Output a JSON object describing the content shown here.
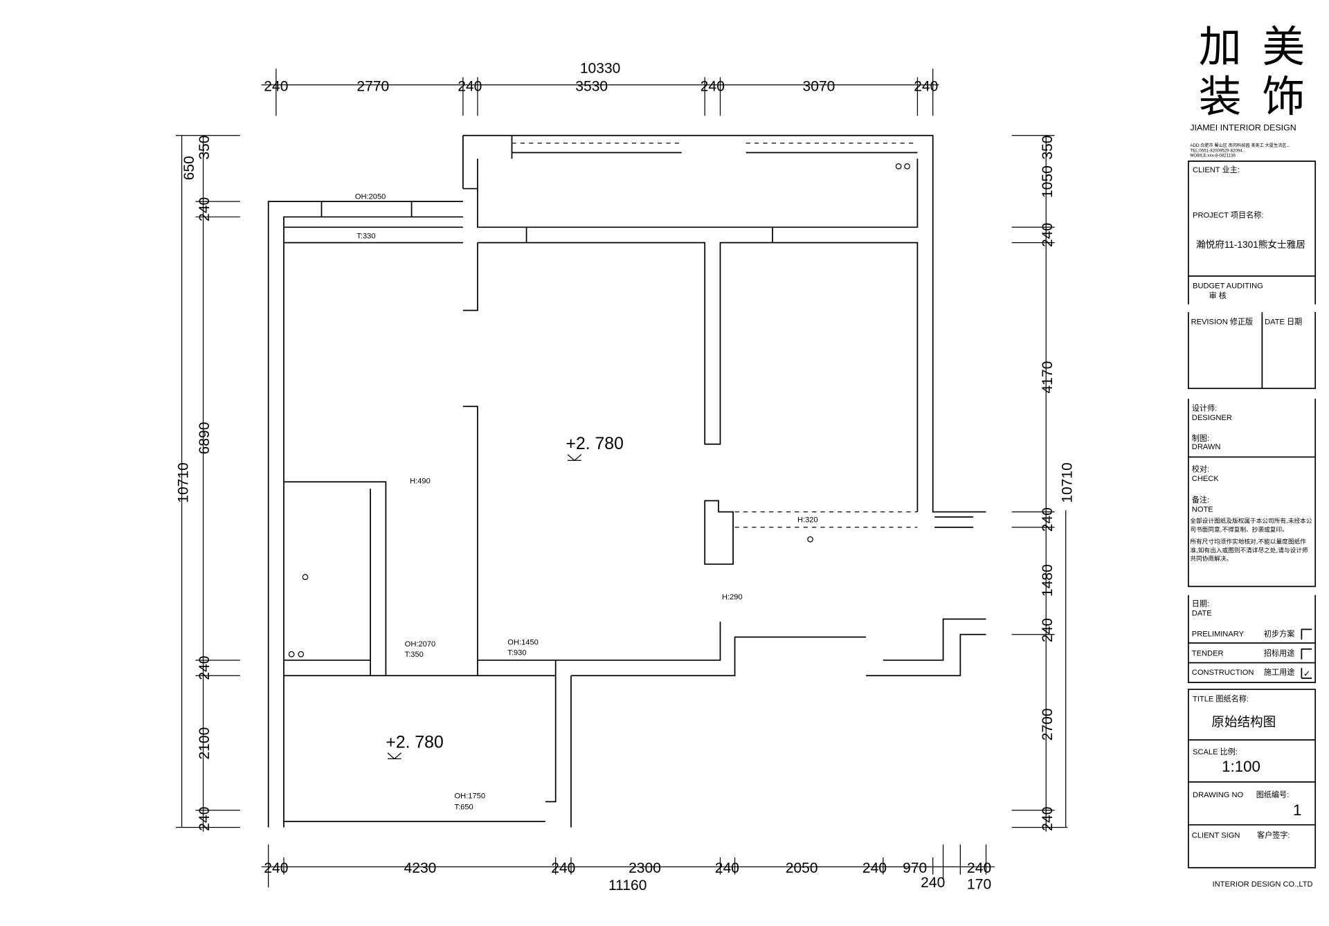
{
  "plan": {
    "dims_top_total": "10330",
    "dims_top": [
      "240",
      "2770",
      "240",
      "3530",
      "240",
      "3070",
      "240"
    ],
    "dims_bottom_total": "11160",
    "dims_bottom": [
      "240",
      "4230",
      "240",
      "2300",
      "240",
      "2050",
      "240",
      "970",
      "240",
      "240",
      "170"
    ],
    "dims_left_total": "10710",
    "dims_left_outer": "650",
    "dims_left": [
      "350",
      "240",
      "6890",
      "240",
      "2100",
      "240"
    ],
    "dims_right_total": "10710",
    "dims_right": [
      "350",
      "1050",
      "240",
      "4170",
      "240",
      "1480",
      "240",
      "2700",
      "240"
    ],
    "elevation_1": "+2. 780",
    "elevation_2": "+2. 780",
    "labels": {
      "oh2050": "OH:2050",
      "t330": "T:330",
      "h490": "H:490",
      "h320": "H:320",
      "h290": "H:290",
      "oh2070": "OH:2070",
      "t350": "T:350",
      "oh1450": "OH:1450",
      "t930": "T:930",
      "oh1750": "OH:1750",
      "t650": "T:650"
    }
  },
  "title_block": {
    "logo": [
      "加",
      "美",
      "装",
      "饰"
    ],
    "company_en": "JIAMEI INTERIOR DESIGN",
    "address": [
      "ADD:合肥市 蜀山区 南岗科技园 美美工 大厦生活区...",
      "TEL:0551-82009529 82094...",
      "MOBILE:xxx-8-0821136"
    ],
    "client_label": "CLIENT  业主:",
    "project_label": "PROJECT   项目名称:",
    "project_name": "瀚悦府11-1301熊女士雅居",
    "budget_label": "BUDGET AUDITING",
    "budget_cn": "审  核",
    "revision_label": "REVISION   修正版",
    "date_label": "DATE      日期",
    "designer_cn": "设计师:",
    "designer_en": "DESIGNER",
    "drawn_cn": "制图:",
    "drawn_en": "DRAWN",
    "check_cn": "校对:",
    "check_en": "CHECK",
    "note_cn": "备注:",
    "note_en": "NOTE",
    "note_1": "全部设计图纸及版权属于本公司所有,未经本公司书面同意,不得复制、抄袭或复印。",
    "note_2": "所有尺寸均须作实地核对,不能以量度图纸作准,如有出入或图则不清详尽之处,请与设计师共同协商解决。",
    "date2_cn": "日期:",
    "date2_en": "DATE",
    "stages": [
      {
        "en": "PRELIMINARY",
        "cn": "初步方案",
        "mark": ""
      },
      {
        "en": "TENDER",
        "cn": "招标用途",
        "mark": ""
      },
      {
        "en": "CONSTRUCTION",
        "cn": "施工用途",
        "mark": "✓"
      }
    ],
    "title_label": "TITLE   图纸名称:",
    "title": "原始结构图",
    "scale_label": "SCALE   比例:",
    "scale": "1:100",
    "drawing_no_label": "DRAWING NO",
    "drawing_no_cn": "图纸编号:",
    "drawing_no": "1",
    "client_sign_label": "CLIENT SIGN",
    "client_sign_cn": "客户签字:",
    "footer": "INTERIOR DESIGN CO.,LTD"
  }
}
